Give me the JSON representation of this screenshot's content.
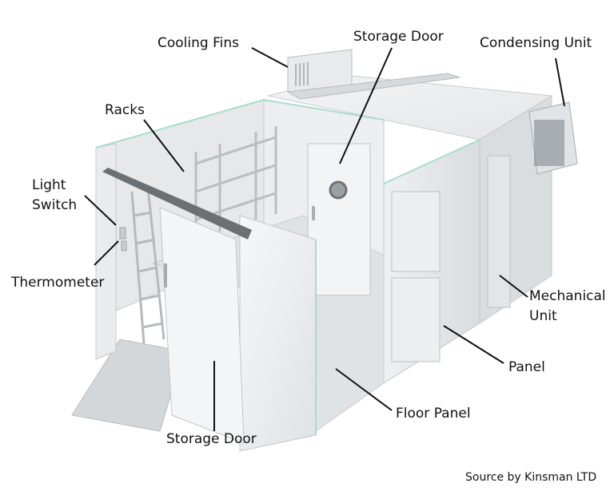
{
  "labels": {
    "cooling_fins": "Cooling Fins",
    "storage_door_top": "Storage Door",
    "condensing_unit": "Condensing Unit",
    "racks": "Racks",
    "light_switch_1": "Light",
    "light_switch_2": "Switch",
    "thermometer": "Thermometer",
    "mechanical_unit_1": "Mechanical",
    "mechanical_unit_2": "Unit",
    "panel": "Panel",
    "floor_panel": "Floor Panel",
    "storage_door_bottom": "Storage Door"
  },
  "source": "Source by Kinsman LTD"
}
